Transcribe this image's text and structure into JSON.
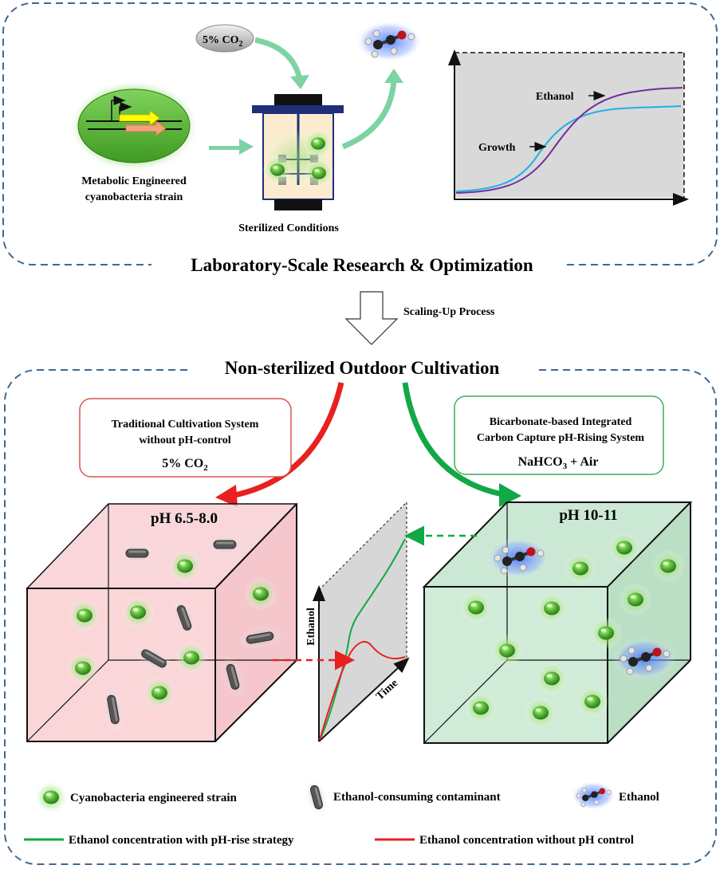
{
  "lab": {
    "co2_bubble": "5% CO",
    "co2_sub": "2",
    "strain_label_1": "Metabolic Engineered",
    "strain_label_2": "cyanobacteria strain",
    "reactor_label": "Sterilized Conditions",
    "section_title": "Laboratory-Scale Research & Optimization"
  },
  "lab_chart": {
    "ethanol_label": "Ethanol",
    "growth_label": "Growth",
    "colors": {
      "ethanol": "#7030a0",
      "growth": "#1fb0e6",
      "plot_bg": "#d9d9d9"
    }
  },
  "scaling": {
    "label": "Scaling-Up Process"
  },
  "outdoor": {
    "section_title": "Non-sterilized Outdoor Cultivation",
    "traditional": {
      "title_1": "Traditional Cultivation System",
      "title_2": "without pH-control",
      "condition": "5% CO",
      "condition_sub": "2",
      "ph": "pH 6.5-8.0",
      "color": "#e8211f"
    },
    "bicarbonate": {
      "title_1": "Bicarbonate-based Integrated",
      "title_2": "Carbon Capture pH-Rising System",
      "condition_a": "NaHCO",
      "condition_sub": "3",
      "condition_b": " + Air",
      "ph": "pH 10-11",
      "color": "#11a845"
    },
    "mini_chart": {
      "y_label": "Ethanol",
      "x_label": "Time"
    }
  },
  "legend": {
    "strain": "Cyanobacteria engineered strain",
    "contaminant": "Ethanol-consuming contaminant",
    "ethanol": "Ethanol",
    "line_green": "Ethanol concentration with pH-rise strategy",
    "line_red": "Ethanol concentration without pH control"
  }
}
